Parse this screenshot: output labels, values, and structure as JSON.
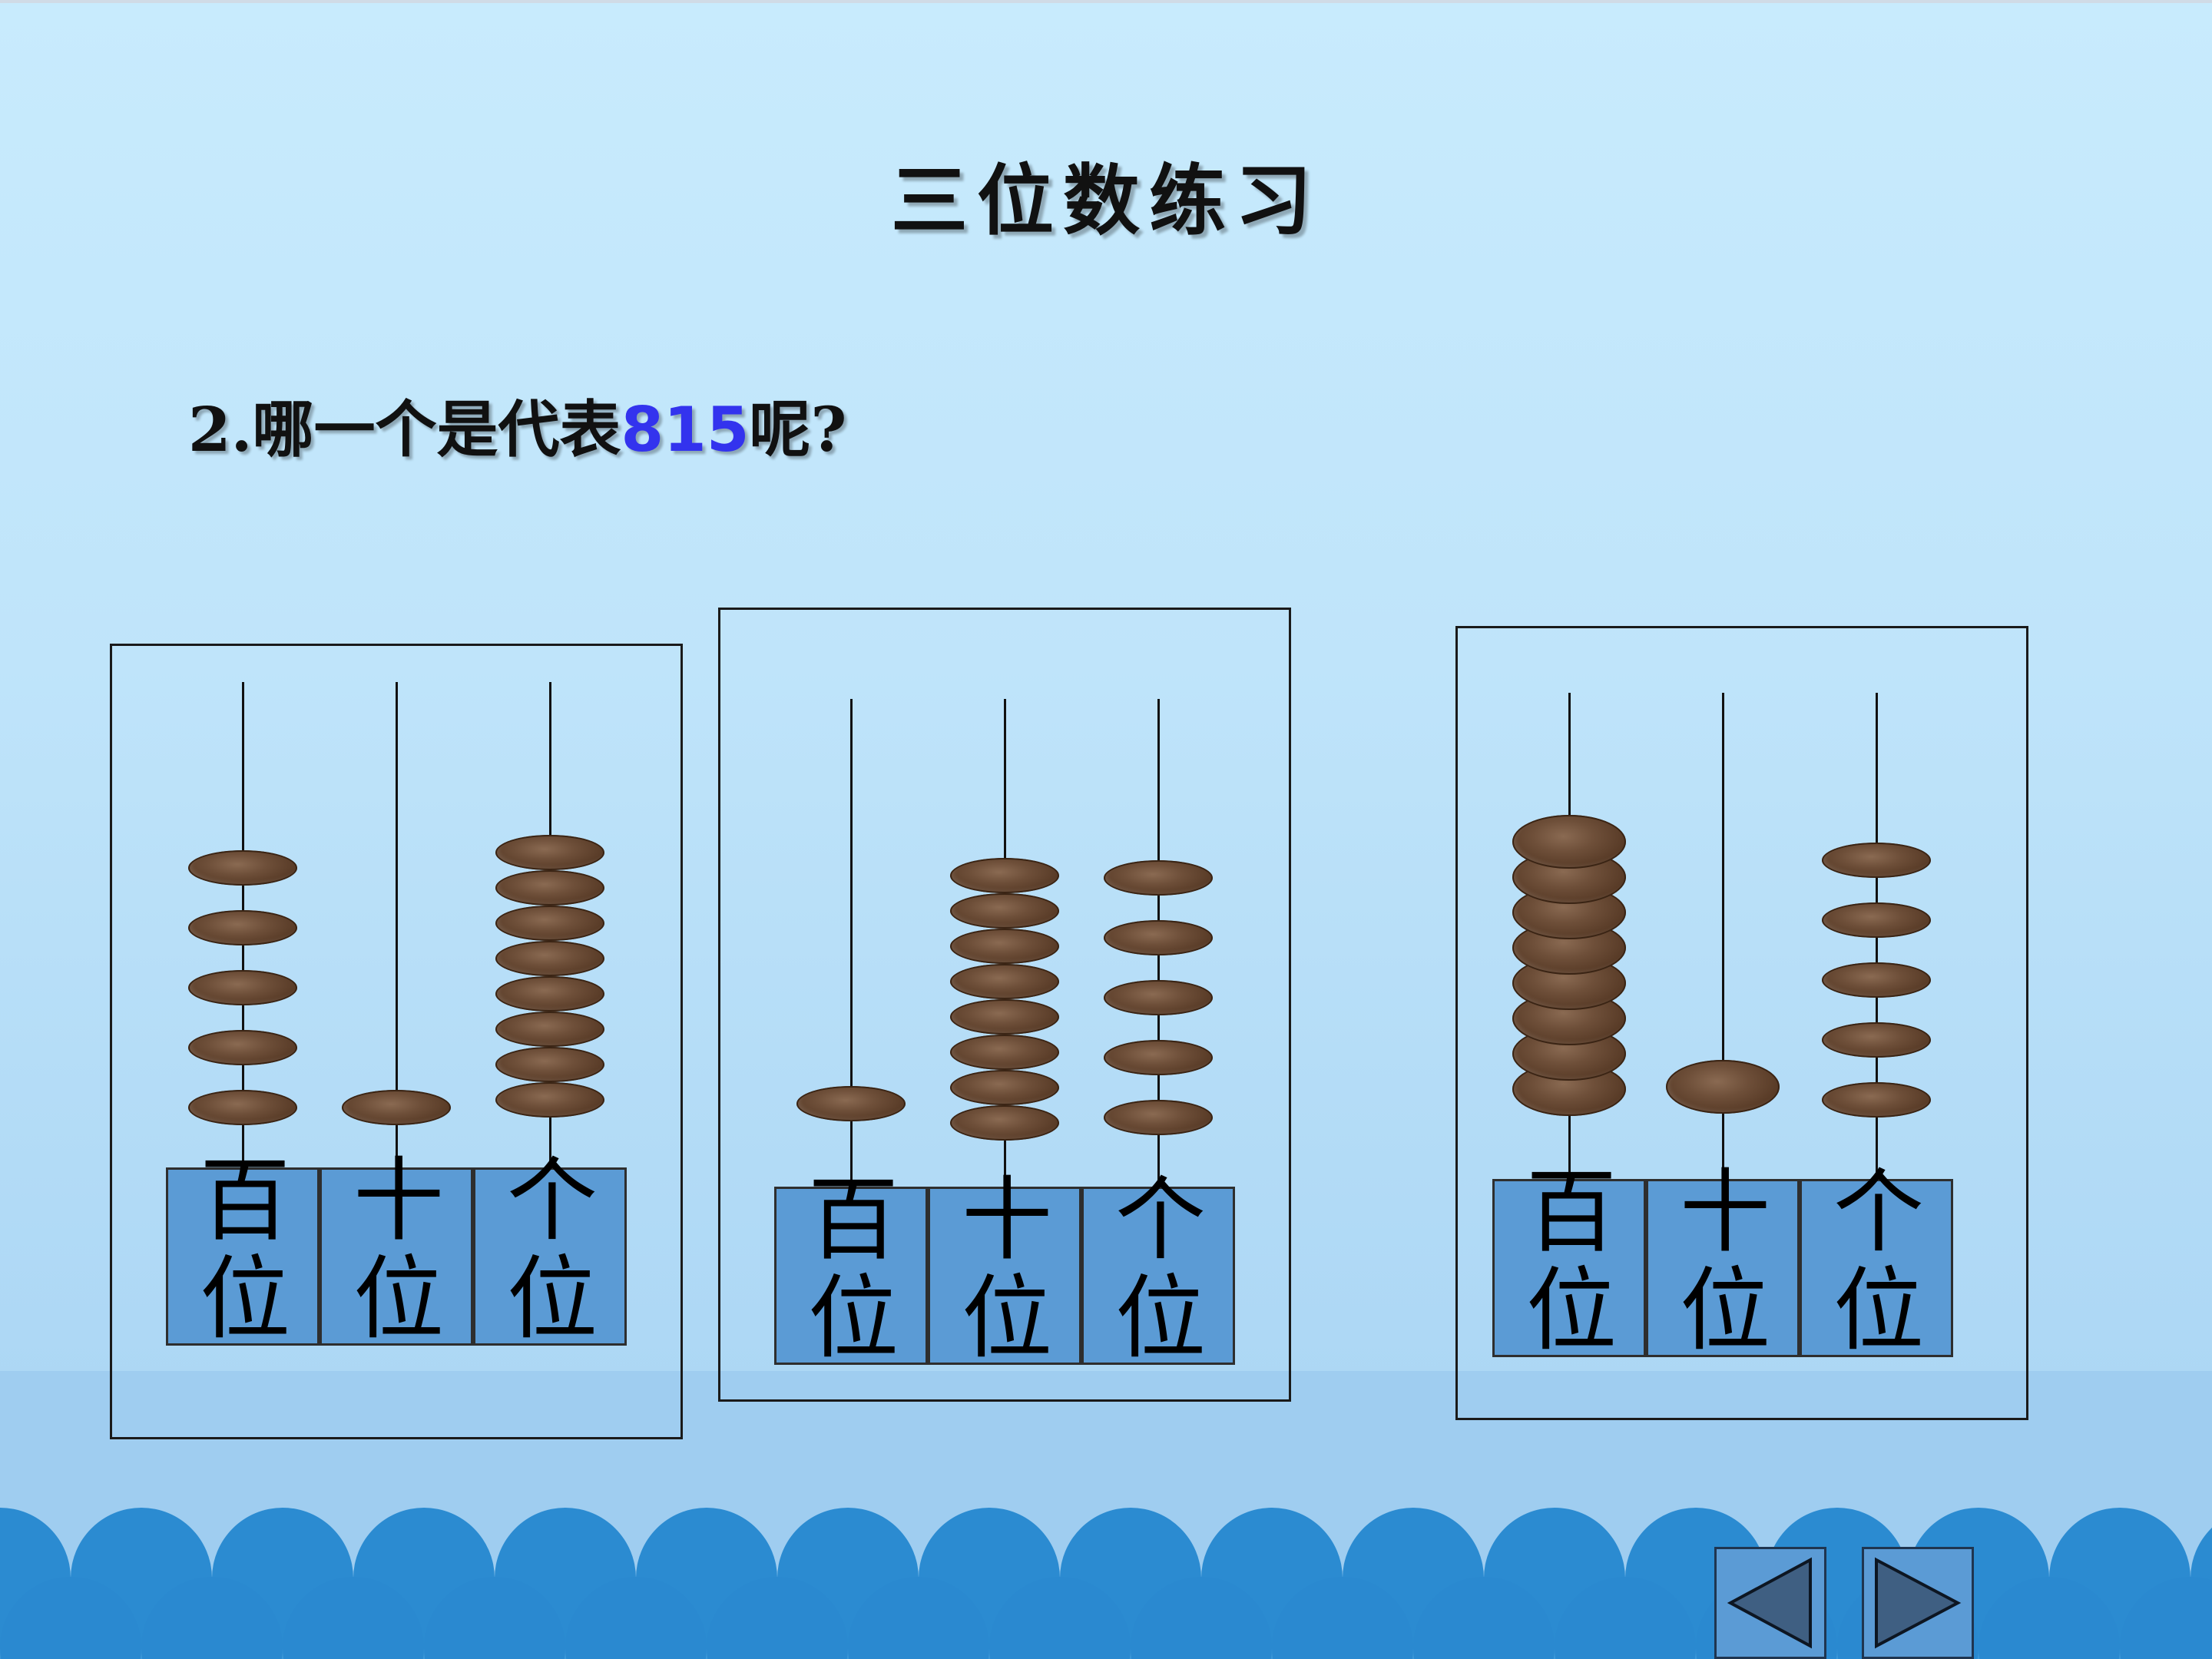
{
  "title": "三位数练习",
  "question": {
    "prefix": "2.哪一个是代表",
    "number": "815",
    "suffix": "呢?"
  },
  "abacuses": [
    {
      "name": "abacus-a",
      "columns": [
        {
          "label": "百位",
          "beads": 5
        },
        {
          "label": "十位",
          "beads": 1
        },
        {
          "label": "个位",
          "beads": 8
        }
      ]
    },
    {
      "name": "abacus-b",
      "columns": [
        {
          "label": "百位",
          "beads": 1
        },
        {
          "label": "十位",
          "beads": 8
        },
        {
          "label": "个位",
          "beads": 5
        }
      ]
    },
    {
      "name": "abacus-c",
      "columns": [
        {
          "label": "百位",
          "beads": 8
        },
        {
          "label": "十位",
          "beads": 1
        },
        {
          "label": "个位",
          "beads": 5
        }
      ]
    }
  ],
  "colors": {
    "background": "#c8ebfd",
    "label_box": "#5b9bd5",
    "bead": "#6e4f39",
    "highlight_number": "#3333ee",
    "wave": "#2b8bd1"
  },
  "navigation": {
    "prev_icon": "triangle-left-icon",
    "next_icon": "triangle-right-icon"
  }
}
